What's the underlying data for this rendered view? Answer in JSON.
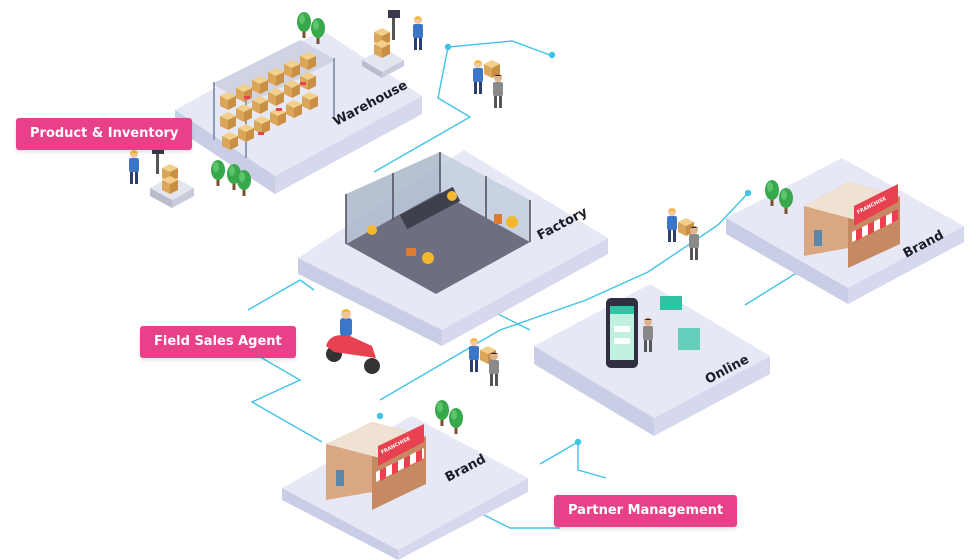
{
  "nodes": {
    "warehouse": "Warehouse",
    "factory": "Factory",
    "brand_top": "Brand",
    "online": "Online",
    "brand_bottom": "Brand"
  },
  "callouts": {
    "product_inventory": "Product & Inventory",
    "field_sales_agent": "Field Sales Agent",
    "partner_management": "Partner Management"
  },
  "store_sign": "FRANCHISE",
  "colors": {
    "callout": "#e8418a",
    "connector": "#3fc3e6",
    "platform": "#e6e8f5",
    "platform_side": "#c9cde6",
    "awning": "#e8414f",
    "box": "#e7b86a",
    "tree": "#38a84c"
  },
  "icons": [
    "warehouse-shelves-icon",
    "factory-robots-icon",
    "storefront-icon",
    "phone-shop-icon",
    "delivery-scooter-icon",
    "worker-icon",
    "tree-icon",
    "scale-icon"
  ]
}
